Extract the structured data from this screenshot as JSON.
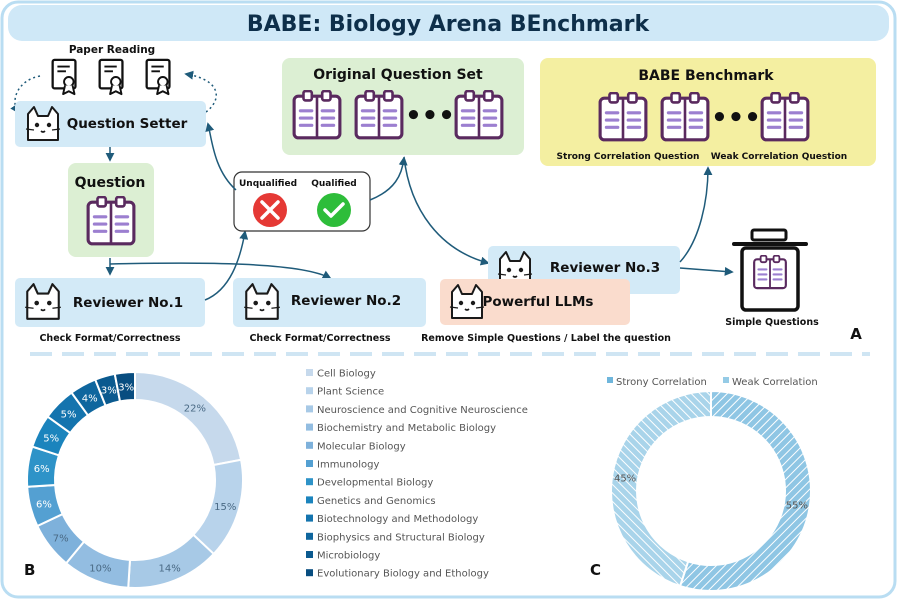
{
  "header": {
    "title": "BABE: Biology Arena BEnchmark"
  },
  "pipeline": {
    "paper_reading": "Paper Reading",
    "question_setter": "Question Setter",
    "question": "Question",
    "reviewer1": "Reviewer No.1",
    "reviewer2": "Reviewer No.2",
    "reviewer3": "Reviewer No.3",
    "check1": "Check Format/Correctness",
    "check2": "Check Format/Correctness",
    "unqualified": "Unqualified",
    "qualified": "Qualified",
    "original_set": "Original Question Set",
    "babe_benchmark": "BABE Benchmark",
    "strong_q": "Strong Correlation Question",
    "weak_q": "Weak Correlation Question",
    "powerful_llms": "Powerful LLMs",
    "remove_simple": "Remove Simple Questions / Label the question",
    "simple_questions": "Simple Questions",
    "panel_a": "A"
  },
  "panel_b": {
    "letter": "B"
  },
  "panel_c": {
    "letter": "C"
  },
  "chart_data": [
    {
      "type": "pie",
      "categories": [
        "Cell Biology",
        "Plant Science",
        "Neuroscience and Cognitive Neuroscience",
        "Biochemistry and Metabolic Biology",
        "Molecular Biology",
        "Immunology",
        "Developmental Biology",
        "Genetics and Genomics",
        "Biotechnology and Methodology",
        "Biophysics and Structural Biology",
        "Microbiology",
        "Evolutionary Biology and Ethology"
      ],
      "values": [
        22,
        15,
        14,
        10,
        7,
        6,
        6,
        5,
        5,
        4,
        3,
        3
      ],
      "labels": [
        "22%",
        "15%",
        "14%",
        "10%",
        "7%",
        "6%",
        "6%",
        "5%",
        "5%",
        "4%",
        "3%",
        "3%"
      ],
      "colors": [
        "#c6d9ec",
        "#b8d3eb",
        "#a7c9e6",
        "#93bde1",
        "#7eb1db",
        "#54a0d2",
        "#2e93c8",
        "#1b84bd",
        "#1474ae",
        "#0f669e",
        "#0b5a8f",
        "#084d80"
      ],
      "legend_position": "right"
    },
    {
      "type": "pie",
      "categories": [
        "Strony Correlation",
        "Weak Correlation"
      ],
      "values": [
        55,
        45
      ],
      "labels": [
        "55%",
        "45%"
      ],
      "colors": [
        "#6fb6dc",
        "#95cbe6"
      ],
      "legend_position": "top"
    }
  ]
}
